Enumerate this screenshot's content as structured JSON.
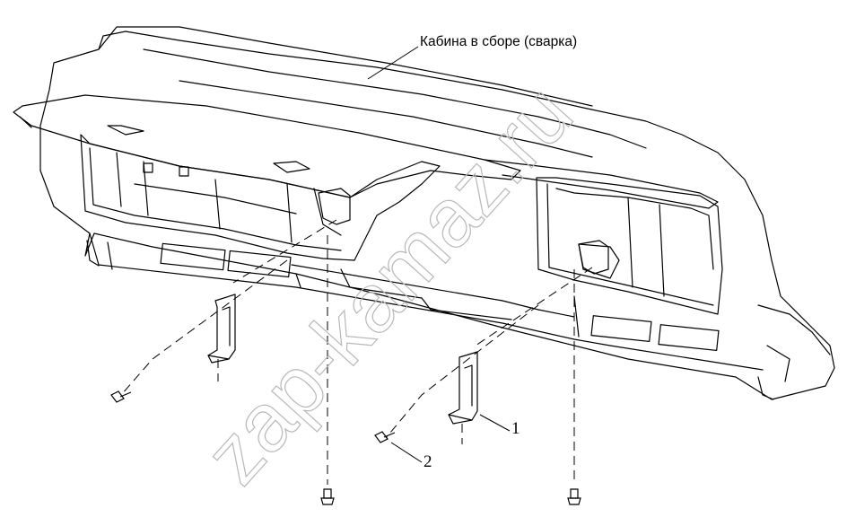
{
  "diagram": {
    "title": "Кабина в сборе (сварка)",
    "callouts": [
      {
        "id": "1",
        "label": "1"
      },
      {
        "id": "2",
        "label": "2"
      }
    ],
    "watermark": "zap-kamaz.ru"
  }
}
